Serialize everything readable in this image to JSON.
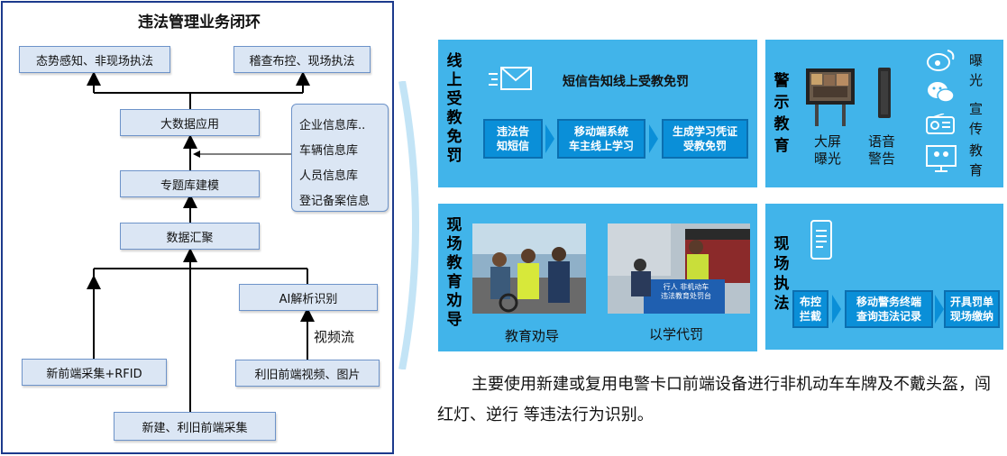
{
  "left": {
    "title": "违法管理业务闭环",
    "nodes": {
      "situation": "态势感知、非现场执法",
      "inspection": "稽查布控、现场执法",
      "bigdata": "大数据应用",
      "modeling": "专题库建模",
      "aggregation": "数据汇聚",
      "ai": "AI解析识别",
      "new_frontend": "新前端采集+RFID",
      "reuse_frontend": "利旧前端视频、图片",
      "collection": "新建、利旧前端采集"
    },
    "info_box": [
      "企业信息库..",
      "车辆信息库",
      "人员信息库",
      "登记备案信息"
    ],
    "stream_label": "视频流"
  },
  "online": {
    "title_chars": [
      "线",
      "上",
      "受",
      "教",
      "免",
      "罚"
    ],
    "sms_title": "短信告知线上受教免罚",
    "steps": [
      [
        "违法告",
        "知短信"
      ],
      [
        "移动端系统",
        "车主线上学习"
      ],
      [
        "生成学习凭证",
        "受教免罚"
      ]
    ]
  },
  "warning": {
    "title_chars": [
      "警",
      "示",
      "教",
      "育"
    ],
    "screen_label": [
      "大屏",
      "曝光"
    ],
    "audio_label": [
      "语音",
      "警告"
    ],
    "right_col1": [
      "曝",
      "光"
    ],
    "right_col2": [
      "宣",
      "传"
    ],
    "right_col3": [
      "教",
      "育"
    ]
  },
  "onsite_edu": {
    "title_chars": [
      "现",
      "场",
      "教",
      "育",
      "劝",
      "导"
    ],
    "photo1_caption": "教育劝导",
    "photo2_caption": "以学代罚",
    "photo2_sign": [
      "行人 非机动车",
      "违法教育处罚台"
    ]
  },
  "onsite_enf": {
    "title_chars": [
      "现",
      "场",
      "执",
      "法"
    ],
    "steps": [
      [
        "布控",
        "拦截"
      ],
      [
        "移动警务终端",
        "查询违法记录"
      ],
      [
        "开具罚单",
        "现场缴纳"
      ]
    ]
  },
  "bottom_text": "主要使用新建或复用电警卡口前端设备进行非机动车车牌及不戴头盔，闯红灯、逆行 等违法行为识别。",
  "colors": {
    "panel": "#41b4ea",
    "flow": "#0a8fd8",
    "node": "#dbe6f4",
    "border": "#1c3a8c"
  },
  "icons": [
    "envelope-icon",
    "billboard-icon",
    "speaker-icon",
    "weibo-icon",
    "wechat-icon",
    "radio-icon",
    "monitor-icon",
    "phone-icon"
  ]
}
